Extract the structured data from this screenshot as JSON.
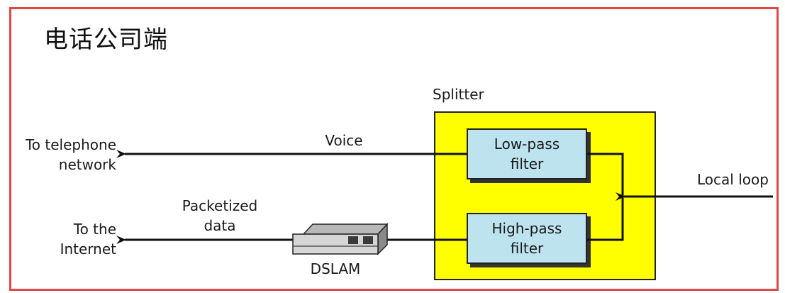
{
  "title": "电话公司端",
  "labels": {
    "to_telephone": "To telephone\nnetwork",
    "to_internet": "To the\nInternet",
    "voice": "Voice",
    "packetized": "Packetized\ndata",
    "dslam": "DSLAM",
    "splitter": "Splitter",
    "local_loop": "Local loop"
  },
  "filters": {
    "low": "Low-pass\nfilter",
    "high": "High-pass\nfilter"
  },
  "colors": {
    "frame": "#e04848",
    "splitter_fill": "#ffff00",
    "filter_fill": "#bde3ee"
  }
}
